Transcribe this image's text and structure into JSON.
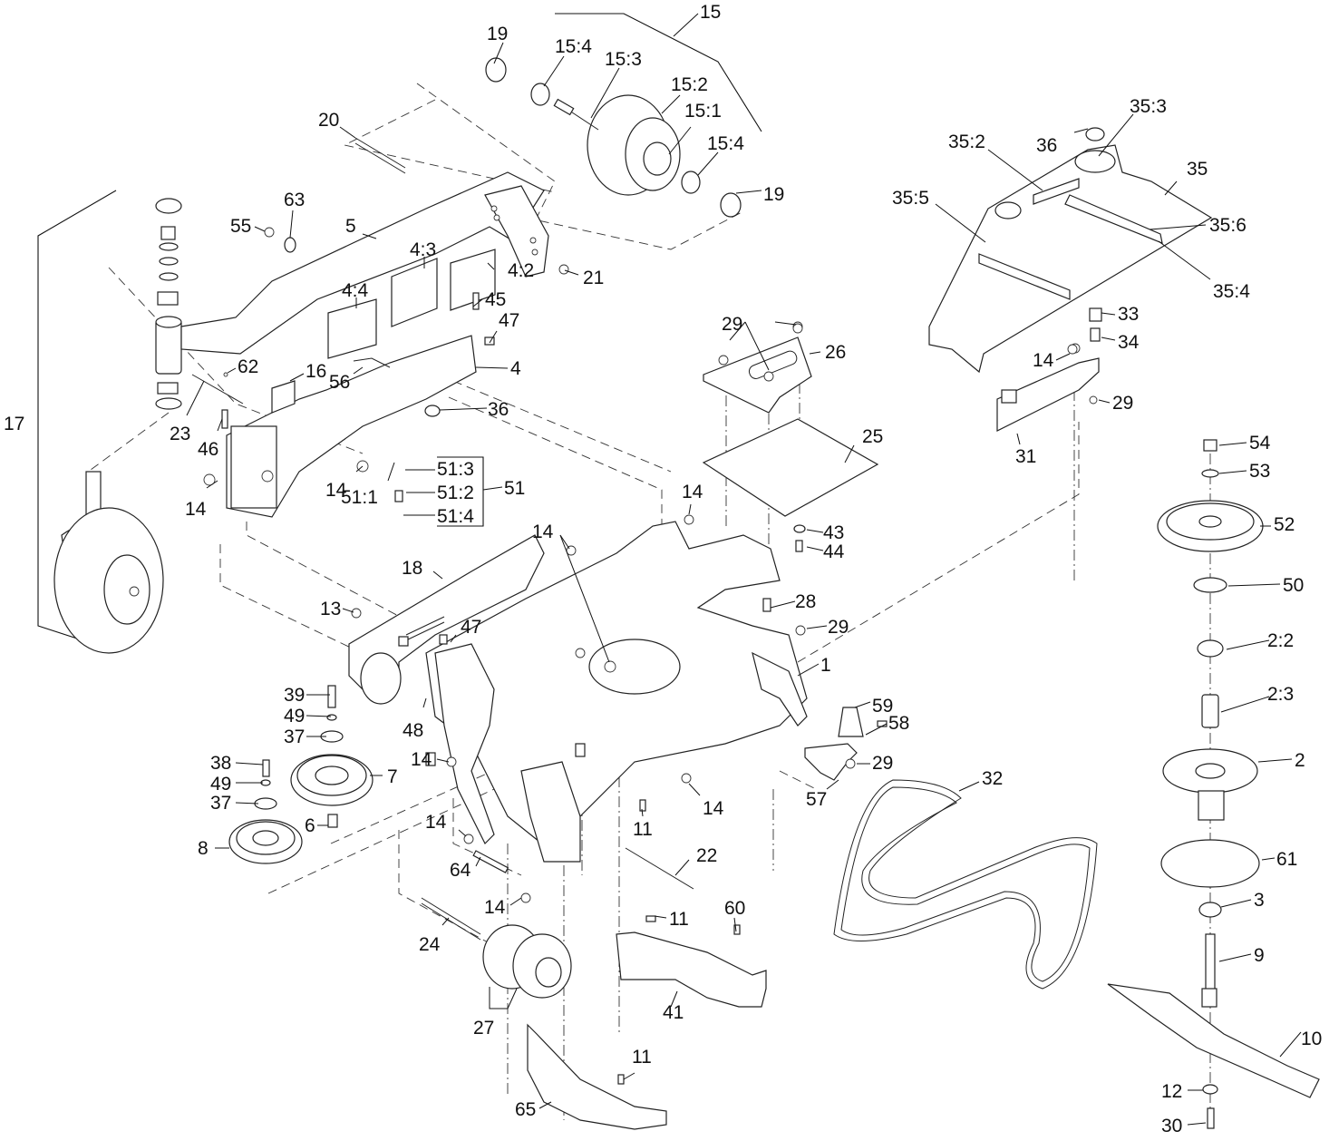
{
  "diagram": {
    "type": "exploded-parts-view",
    "callouts": {
      "c1": "1",
      "c2": "2",
      "c2_2": "2:2",
      "c2_3": "2:3",
      "c3": "3",
      "c4": "4",
      "c4_2": "4:2",
      "c4_3": "4:3",
      "c4_4": "4:4",
      "c5": "5",
      "c6": "6",
      "c7": "7",
      "c8": "8",
      "c9": "9",
      "c10": "10",
      "c11a": "11",
      "c11b": "11",
      "c11c": "11",
      "c12": "12",
      "c13": "13",
      "c14a": "14",
      "c14b": "14",
      "c14c": "14",
      "c14d": "14",
      "c14e": "14",
      "c14f": "14",
      "c14g": "14",
      "c14h": "14",
      "c14i": "14",
      "c15": "15",
      "c15_1": "15:1",
      "c15_2": "15:2",
      "c15_3": "15:3",
      "c15_4a": "15:4",
      "c15_4b": "15:4",
      "c16": "16",
      "c17": "17",
      "c18": "18",
      "c19a": "19",
      "c19b": "19",
      "c20": "20",
      "c21": "21",
      "c22": "22",
      "c23": "23",
      "c24": "24",
      "c25": "25",
      "c26": "26",
      "c27": "27",
      "c28": "28",
      "c29a": "29",
      "c29b": "29",
      "c29c": "29",
      "c29d": "29",
      "c30": "30",
      "c31": "31",
      "c32": "32",
      "c33": "33",
      "c34": "34",
      "c35": "35",
      "c35_2": "35:2",
      "c35_3": "35:3",
      "c35_4": "35:4",
      "c35_5": "35:5",
      "c35_6": "35:6",
      "c36a": "36",
      "c36b": "36",
      "c37a": "37",
      "c37b": "37",
      "c38": "38",
      "c39": "39",
      "c41": "41",
      "c43": "43",
      "c44": "44",
      "c45": "45",
      "c46": "46",
      "c47a": "47",
      "c47b": "47",
      "c48": "48",
      "c49a": "49",
      "c49b": "49",
      "c50": "50",
      "c51": "51",
      "c51_1": "51:1",
      "c51_2": "51:2",
      "c51_3": "51:3",
      "c51_4": "51:4",
      "c52": "52",
      "c53": "53",
      "c54": "54",
      "c55": "55",
      "c56": "56",
      "c57": "57",
      "c58": "58",
      "c59": "59",
      "c60": "60",
      "c61": "61",
      "c62": "62",
      "c63": "63",
      "c64": "64",
      "c65": "65"
    }
  }
}
